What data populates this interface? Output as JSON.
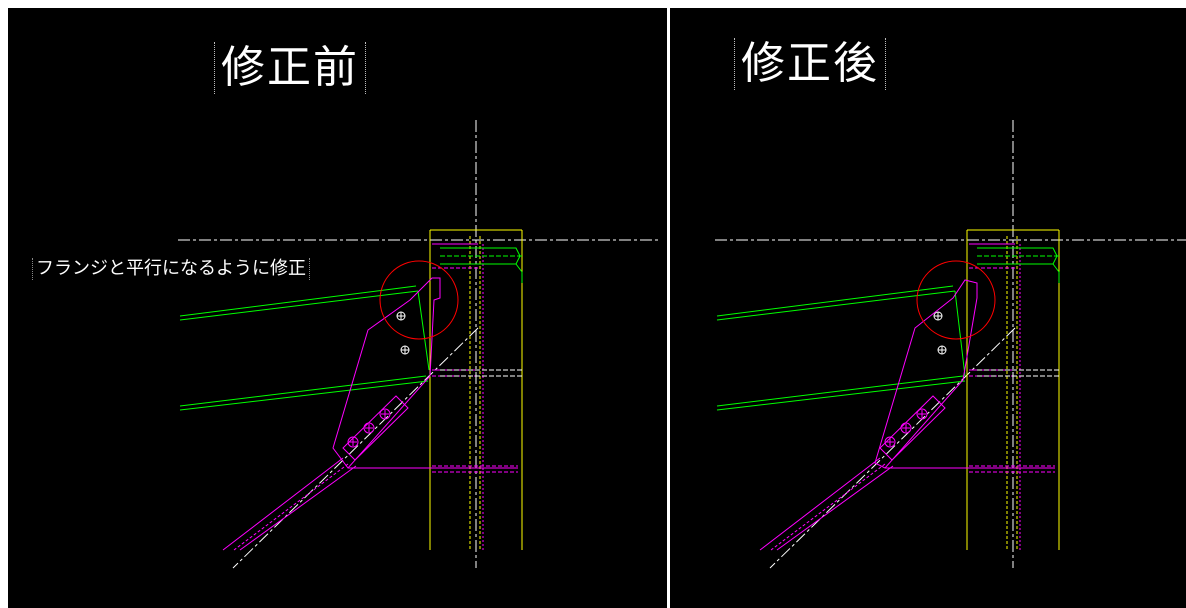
{
  "panels": {
    "before": {
      "title": "修正前",
      "note": "フランジと平行になるように修正"
    },
    "after": {
      "title": "修正後"
    }
  },
  "colors": {
    "background": "#000000",
    "beam": "#00ff00",
    "gusset": "#ff00ff",
    "column": "#ffff00",
    "centerline": "#ffffff",
    "highlight_circle": "#ff0000",
    "divider": "#ffffff"
  }
}
